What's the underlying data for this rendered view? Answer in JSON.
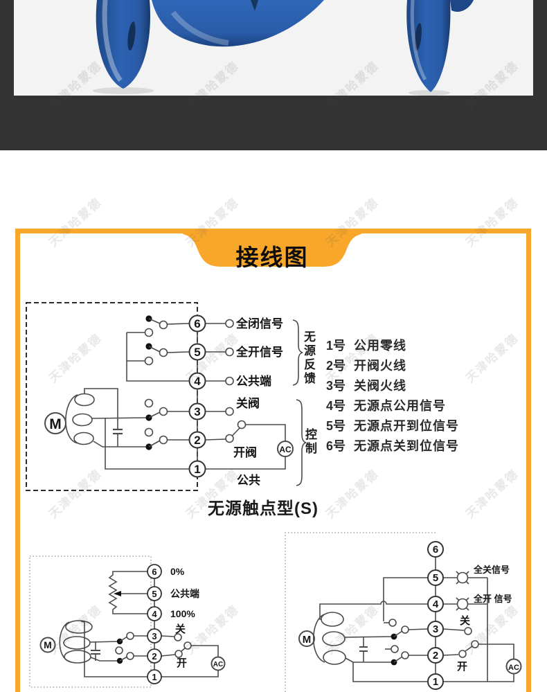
{
  "watermark": {
    "text": "天津哈蒙德"
  },
  "header": {
    "title": "接线图"
  },
  "colors": {
    "accent_orange": "#F9A72B",
    "dark_band": "#333333",
    "photo_background": "#F3F3F4",
    "valve_blue": "#2D63B3",
    "wire_gray": "#4a4a4a"
  },
  "main_diagram": {
    "terminals": [
      "6",
      "5",
      "4",
      "3",
      "2",
      "1"
    ],
    "contact_labels": [
      "全闭信号",
      "全开信号",
      "公共端"
    ],
    "close_label": "关阀",
    "open_label": "开阀",
    "common_label": "公共",
    "feedback_brace_label": "无源反馈",
    "control_brace_label": "控制",
    "motor_label": "M",
    "ac_label": "AC",
    "caption": "无源触点型(S)"
  },
  "legend": {
    "items": [
      {
        "num": "1号",
        "text": "公用零线"
      },
      {
        "num": "2号",
        "text": "开阀火线"
      },
      {
        "num": "3号",
        "text": "关阀火线"
      },
      {
        "num": "4号",
        "text": "无源点公用信号"
      },
      {
        "num": "5号",
        "text": "无源点开到位信号"
      },
      {
        "num": "6号",
        "text": "无源点关到位信号"
      }
    ]
  },
  "diagram_left": {
    "terminals": [
      "6",
      "5",
      "4",
      "3",
      "2",
      "1"
    ],
    "labels": {
      "t6": "0%",
      "t5": "公共端",
      "t4": "100%",
      "close": "关",
      "open": "开"
    },
    "motor_label": "M",
    "ac_label": "AC"
  },
  "diagram_right": {
    "terminals": [
      "6",
      "5",
      "4",
      "3",
      "2",
      "1"
    ],
    "labels": {
      "full_close": "全关信号",
      "full_open": "全开 信号",
      "close": "关",
      "open": "开"
    },
    "motor_label": "M",
    "ac_label": "AC"
  }
}
